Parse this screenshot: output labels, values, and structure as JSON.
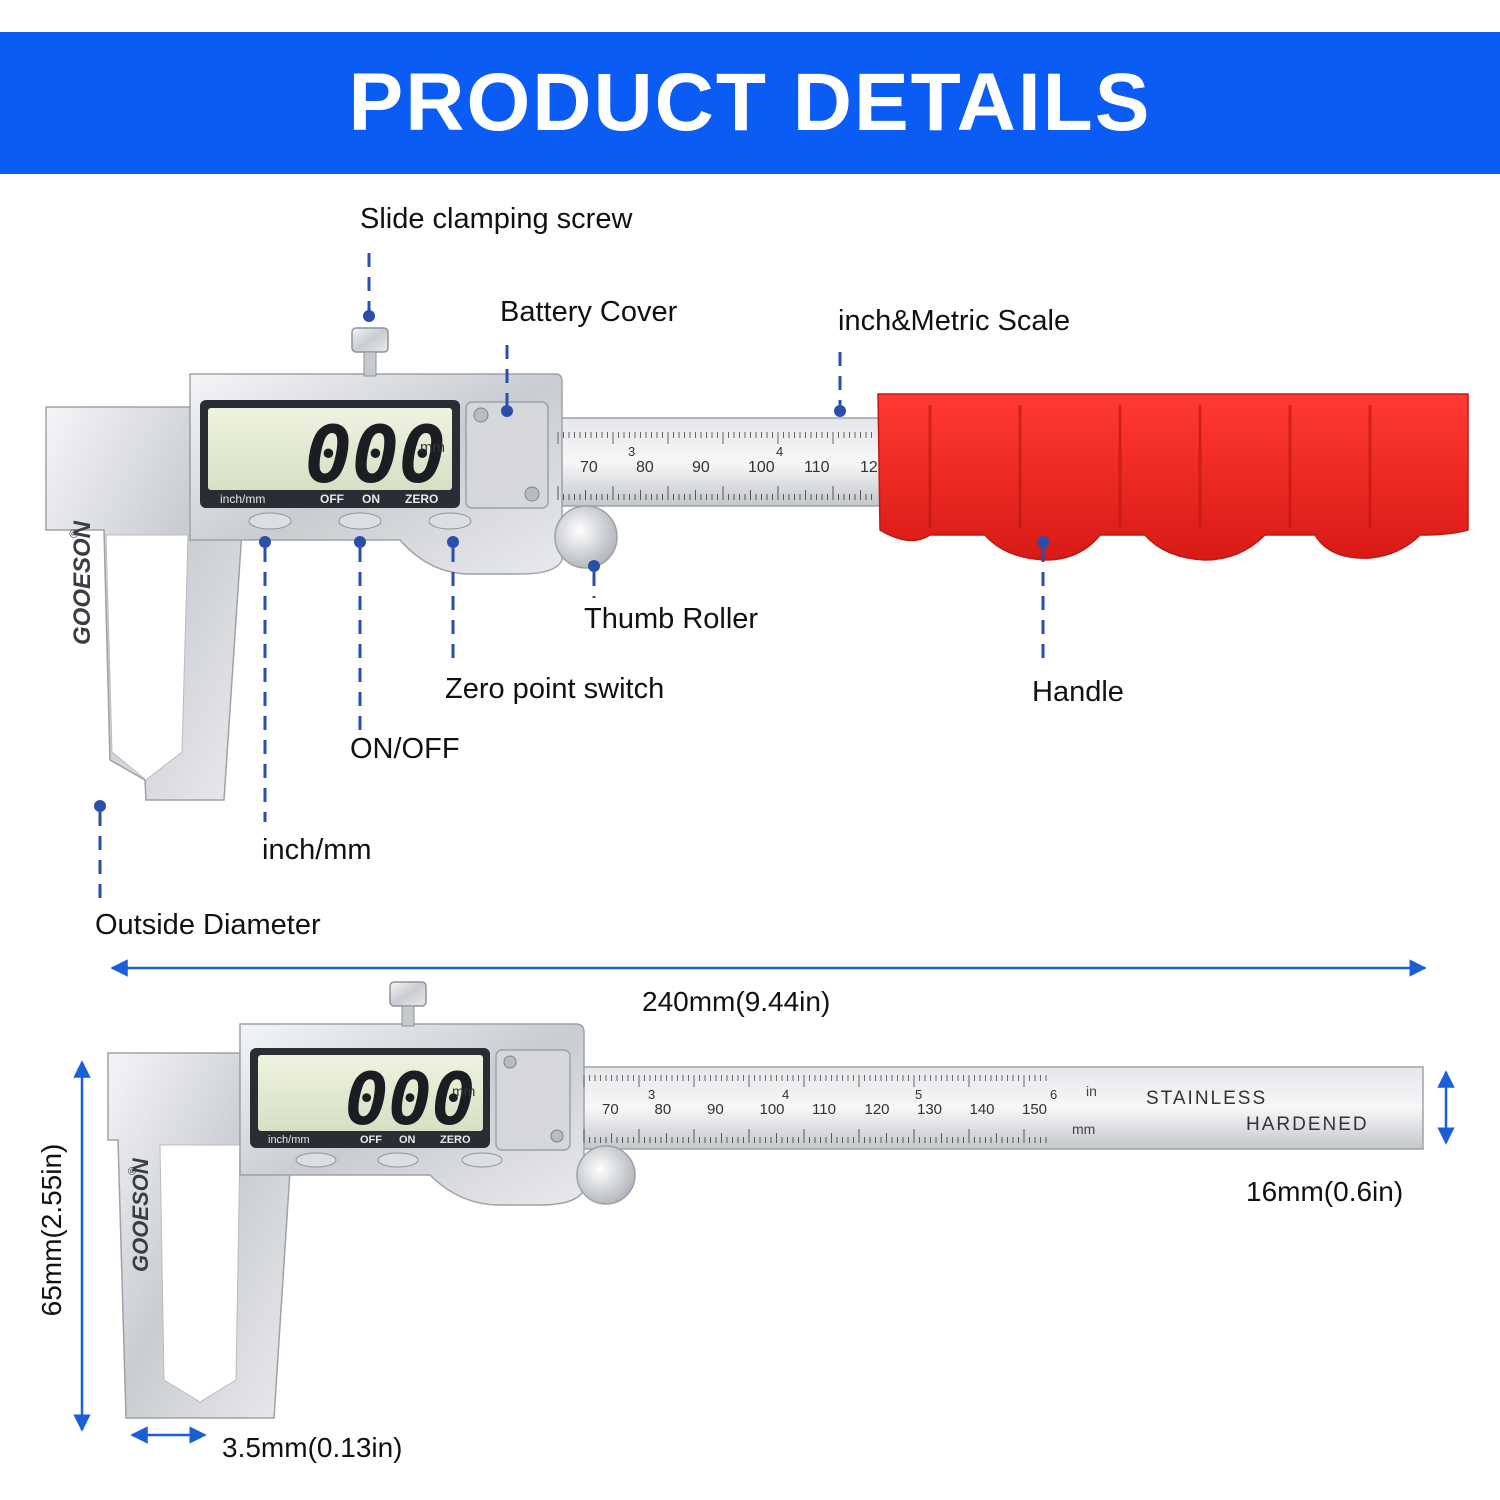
{
  "banner": {
    "title": "PRODUCT DETAILS"
  },
  "callouts": {
    "slide_clamping_screw": "Slide clamping screw",
    "battery_cover": "Battery Cover",
    "scale": "inch&Metric Scale",
    "thumb_roller": "Thumb Roller",
    "zero_point_switch": "Zero point switch",
    "handle": "Handle",
    "on_off": "ON/OFF",
    "inch_mm": "inch/mm",
    "outside_diameter": "Outside Diameter"
  },
  "dimensions": {
    "length": "240mm(9.44in)",
    "height": "65mm(2.55in)",
    "beam_width": "16mm(0.6in)",
    "jaw_thickness": "3.5mm(0.13in)"
  },
  "device": {
    "brand": "GOOESON",
    "registered": "®",
    "reading": "000",
    "unit": "mm",
    "button_inch_mm": "inch/mm",
    "button_off": "OFF",
    "button_on": "ON",
    "button_zero": "ZERO",
    "scale_top_mm": [
      "70",
      "80",
      "90",
      "100",
      "110",
      "12"
    ],
    "scale_bottom_mm": [
      "70",
      "80",
      "90",
      "100",
      "110",
      "120",
      "130",
      "140",
      "150"
    ],
    "scale_in_marks_top": [
      "3",
      "4"
    ],
    "scale_in_marks_bottom": [
      "3",
      "4",
      "5",
      "6"
    ],
    "scale_in": "in",
    "scale_mm": "mm",
    "stainless": "STAINLESS",
    "hardened": "HARDENED"
  },
  "colors": {
    "banner": "#0a5cf5",
    "leader": "#2b4fa8",
    "handle": "#e8231f",
    "dimension_arrow": "#1a5fd6"
  }
}
